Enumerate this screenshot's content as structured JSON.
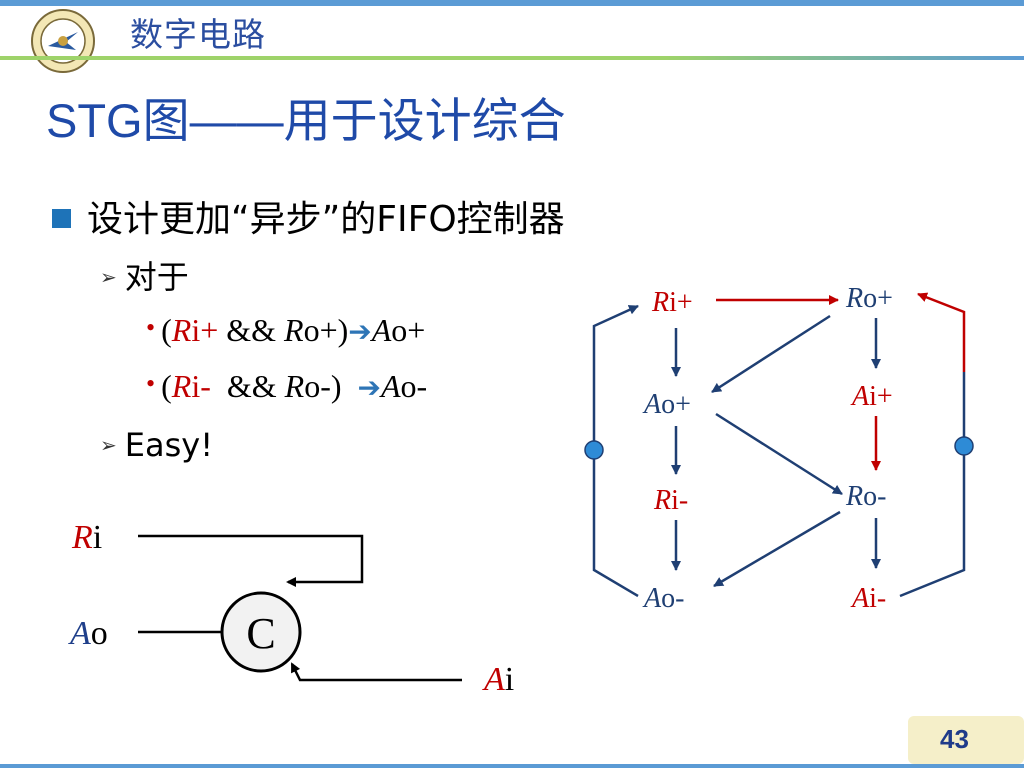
{
  "header": {
    "course_title": "数字电路"
  },
  "slide": {
    "title": "STG图——用于设计综合",
    "bullet1": "设计更加“异步”的FIFO控制器",
    "sub1": "对于",
    "rule1": {
      "open": "(",
      "ri_R": "R",
      "ri_rest": "i+",
      "and": " && ",
      "ro_R": "R",
      "ro_rest": "o+)",
      "arrow": "➔",
      "ao_A": "A",
      "ao_rest": "o+"
    },
    "rule2": {
      "open": "(",
      "ri_R": "R",
      "ri_rest": "i-",
      "and": "  && ",
      "ro_R": "R",
      "ro_rest": "o-)  ",
      "arrow": "➔",
      "ao_A": "A",
      "ao_rest": "o-"
    },
    "sub2": "Easy!",
    "page_number": "43"
  },
  "c_element": {
    "gate_label": "C",
    "in1": {
      "italic": "R",
      "rest": "i"
    },
    "in2": {
      "italic": "A",
      "rest": "o"
    },
    "in3": {
      "italic": "A",
      "rest": "i"
    }
  },
  "stg": {
    "nodes": {
      "ri_plus": {
        "italic": "R",
        "rest": "i+"
      },
      "ro_plus": {
        "italic": "R",
        "rest": "o+"
      },
      "ao_plus": {
        "italic": "A",
        "rest": "o+"
      },
      "ai_plus": {
        "italic": "A",
        "rest": "i+"
      },
      "ri_minus": {
        "italic": "R",
        "rest": "i-"
      },
      "ro_minus": {
        "italic": "R",
        "rest": "o-"
      },
      "ao_minus": {
        "italic": "A",
        "rest": "o-"
      },
      "ai_minus": {
        "italic": "A",
        "rest": "i-"
      }
    }
  },
  "colors": {
    "title_blue": "#1f4aa8",
    "arc_blue": "#1f3f73",
    "arc_red": "#c00000",
    "token": "#2e8bd6"
  }
}
